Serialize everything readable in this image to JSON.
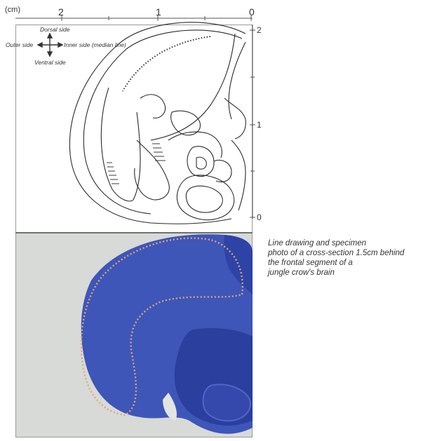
{
  "axis": {
    "unit": "(cm)",
    "top_ticks": [
      "2",
      "1",
      "0"
    ],
    "right_ticks": [
      "2",
      "1",
      "0"
    ]
  },
  "orientation": {
    "dorsal": "Dorsal side",
    "ventral": "Ventral side",
    "outer": "Outer side",
    "inner": "Inner side (median line)"
  },
  "caption": {
    "lines": [
      "Line drawing and specimen",
      "photo of a cross-section 1.5cm behind",
      "the frontal segment of a",
      "jungle crow's brain"
    ]
  },
  "colors": {
    "stain_blue": "#3d56b8",
    "stain_dark": "#2a3f9e",
    "boundary": "#e8a27a",
    "background_photo": "#d7dad7"
  }
}
